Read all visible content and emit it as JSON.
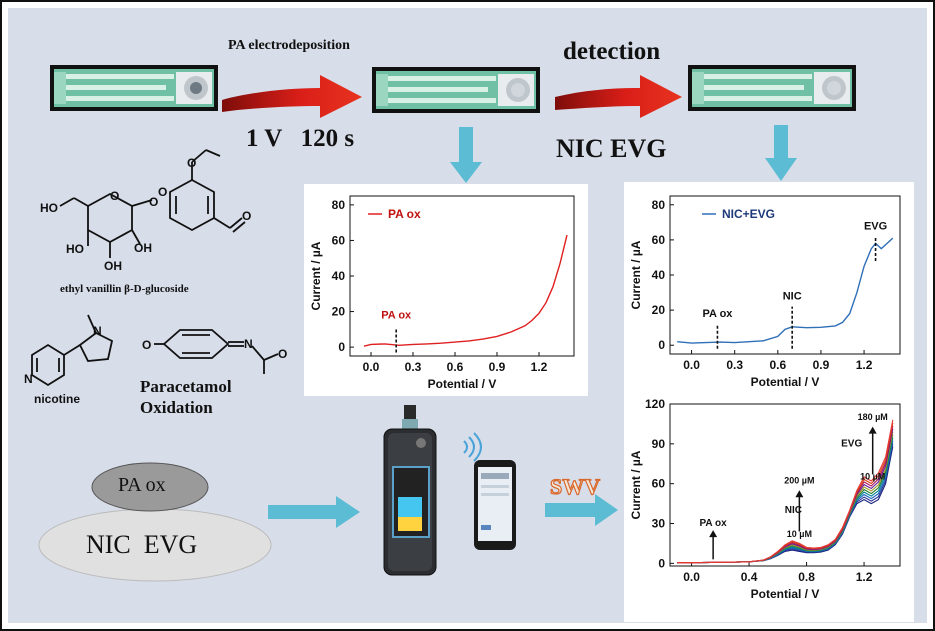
{
  "steps": {
    "step1_label": "PA electrodeposition",
    "step1_params": "1 V   120 s",
    "step2_label": "detection",
    "step2_analytes": "NIC EVG"
  },
  "molecules": {
    "vanillin_caption": "ethyl vanillin β-D-glucoside",
    "nicotine_caption": "nicotine",
    "paracetamol_caption_line1": "Paracetamol",
    "paracetamol_caption_line2": "Oxidation"
  },
  "bubbles": {
    "top": "PA ox",
    "bottom": "NIC  EVG"
  },
  "technique": "SWV",
  "colors": {
    "pa_curve": "#e02020",
    "nic_curve": "#2f6fb8",
    "arrow_red": "#d91e18",
    "arrow_teal": "#5bbcd3"
  },
  "chart_data": [
    {
      "type": "line",
      "title": "",
      "xlabel": "Potential / V",
      "ylabel": "Current / µA",
      "xlim": [
        -0.15,
        1.45
      ],
      "ylim": [
        -5,
        85
      ],
      "xticks": [
        "0.0",
        "0.3",
        "0.6",
        "0.9",
        "1.2"
      ],
      "yticks": [
        "0",
        "20",
        "40",
        "60",
        "80"
      ],
      "legend": "top-left",
      "series": [
        {
          "name": "PA ox",
          "color": "#e02020",
          "x": [
            -0.05,
            0.0,
            0.1,
            0.2,
            0.3,
            0.4,
            0.5,
            0.6,
            0.7,
            0.8,
            0.9,
            1.0,
            1.1,
            1.15,
            1.2,
            1.25,
            1.3,
            1.35,
            1.4
          ],
          "y": [
            0.5,
            1.5,
            1.8,
            1.0,
            1.5,
            1.8,
            2.2,
            2.8,
            3.5,
            4.5,
            6.0,
            8.5,
            12,
            15,
            19,
            25,
            34,
            47,
            63
          ]
        }
      ],
      "annotations": [
        {
          "text": "PA ox",
          "x": 0.18
        }
      ]
    },
    {
      "type": "line",
      "title": "",
      "xlabel": "Potential / V",
      "ylabel": "Current / µA",
      "xlim": [
        -0.15,
        1.45
      ],
      "ylim": [
        -5,
        85
      ],
      "xticks": [
        "0.0",
        "0.3",
        "0.6",
        "0.9",
        "1.2"
      ],
      "yticks": [
        "0",
        "20",
        "40",
        "60",
        "80"
      ],
      "legend": "top-left",
      "series": [
        {
          "name": "NIC+EVG",
          "color": "#2f6fb8",
          "x": [
            -0.1,
            0.0,
            0.1,
            0.2,
            0.3,
            0.4,
            0.5,
            0.6,
            0.65,
            0.7,
            0.8,
            0.9,
            1.0,
            1.05,
            1.1,
            1.15,
            1.2,
            1.25,
            1.28,
            1.32,
            1.36,
            1.4
          ],
          "y": [
            2.0,
            1.2,
            1.5,
            1.8,
            1.5,
            2.0,
            2.5,
            5.0,
            9.0,
            10.5,
            10.0,
            10.2,
            11.0,
            13.0,
            18.0,
            30.0,
            45.0,
            55.0,
            58.0,
            55.0,
            58.0,
            61.0
          ]
        }
      ],
      "annotations": [
        {
          "text": "PA ox",
          "x": 0.18
        },
        {
          "text": "NIC",
          "x": 0.7
        },
        {
          "text": "EVG",
          "x": 1.28
        }
      ]
    },
    {
      "type": "line",
      "title": "",
      "xlabel": "Potential / V",
      "ylabel": "Current / µA",
      "xlim": [
        -0.15,
        1.45
      ],
      "ylim": [
        -2,
        120
      ],
      "xticks": [
        "0.0",
        "0.4",
        "0.8",
        "1.2"
      ],
      "yticks": [
        "0",
        "30",
        "60",
        "90",
        "120"
      ],
      "series_count": 10,
      "x": [
        -0.1,
        0.0,
        0.2,
        0.4,
        0.5,
        0.55,
        0.6,
        0.65,
        0.7,
        0.75,
        0.8,
        0.85,
        0.9,
        0.95,
        1.0,
        1.05,
        1.1,
        1.15,
        1.2,
        1.25,
        1.3,
        1.35,
        1.4
      ],
      "y_low": [
        0.5,
        0.5,
        0.8,
        1.2,
        2.0,
        3.5,
        6.0,
        9.0,
        10.0,
        9.0,
        8.0,
        8.0,
        8.5,
        10.0,
        14.0,
        22.0,
        35.0,
        45.0,
        48.0,
        45.0,
        48.0,
        60.0,
        88.0
      ],
      "y_high": [
        0.5,
        0.5,
        0.8,
        1.2,
        2.5,
        5.0,
        9.0,
        14.0,
        17.0,
        15.0,
        12.0,
        11.5,
        12.0,
        14.0,
        18.0,
        27.0,
        40.0,
        55.0,
        65.0,
        62.0,
        68.0,
        80.0,
        108.0
      ],
      "colors": [
        "#1a237e",
        "#283593",
        "#1565c0",
        "#00838f",
        "#2e7d32",
        "#9e9d24",
        "#6a1b9a",
        "#ad1457",
        "#d84315",
        "#e53935"
      ],
      "annotations": [
        {
          "text": "PA ox",
          "x": 0.15
        },
        {
          "text": "NIC",
          "x": 0.75
        },
        {
          "text": "10 µM",
          "x": 0.78
        },
        {
          "text": "200 µM",
          "x": 0.78
        },
        {
          "text": "EVG",
          "x": 1.1
        },
        {
          "text": "10 µM",
          "x": 1.26
        },
        {
          "text": "180 µM",
          "x": 1.26
        }
      ]
    }
  ]
}
